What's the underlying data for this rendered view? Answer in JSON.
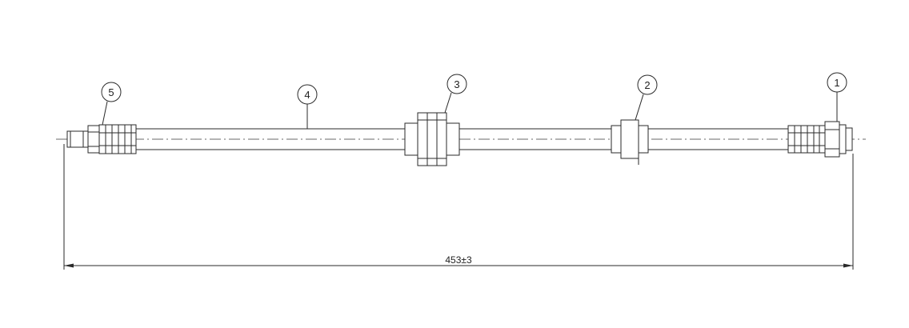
{
  "balloons": {
    "b1": "1",
    "b2": "2",
    "b3": "3",
    "b4": "4",
    "b5": "5"
  },
  "dimension": {
    "overall_length": "453±3"
  }
}
